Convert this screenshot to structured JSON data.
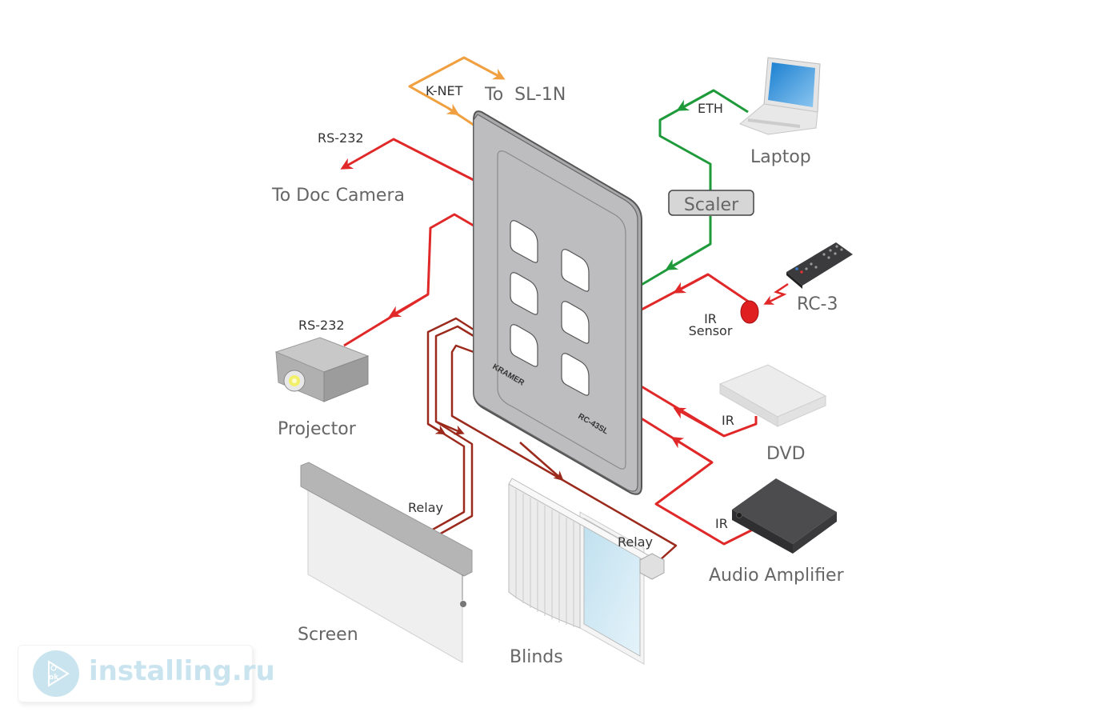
{
  "diagram": {
    "title": "Kramer RC-43SL control system connection diagram",
    "device": {
      "brand": "KRAMER",
      "model": "RC-43SL",
      "button_count": 6
    },
    "labels": {
      "knet": "K-NET",
      "to_sl1n": "To  SL-1N",
      "rs232_doc": "RS-232",
      "to_doc_camera": "To Doc Camera",
      "rs232_projector": "RS-232",
      "projector": "Projector",
      "eth": "ETH",
      "laptop": "Laptop",
      "scaler": "Scaler",
      "rc3": "RC-3",
      "ir_sensor_line1": "IR",
      "ir_sensor_line2": "Sensor",
      "ir_dvd": "IR",
      "dvd": "DVD",
      "ir_amp": "IR",
      "audio_amplifier": "Audio Amplifier",
      "relay_screen": "Relay",
      "screen": "Screen",
      "relay_blinds": "Relay",
      "blinds": "Blinds"
    },
    "connections": [
      {
        "from": "RC-43SL",
        "to": "SL-1N",
        "type": "K-NET",
        "color": "#f0a040"
      },
      {
        "from": "RC-43SL",
        "to": "Doc Camera",
        "type": "RS-232",
        "color": "#e02828"
      },
      {
        "from": "RC-43SL",
        "to": "Projector",
        "type": "RS-232",
        "color": "#e02828"
      },
      {
        "from": "Laptop",
        "to": "Scaler",
        "type": "ETH",
        "color": "#1f9a3a"
      },
      {
        "from": "Scaler",
        "to": "RC-43SL",
        "type": "ETH",
        "color": "#1f9a3a"
      },
      {
        "from": "IR Sensor",
        "to": "RC-43SL",
        "type": "IR",
        "color": "#e02828"
      },
      {
        "from": "DVD",
        "to": "RC-43SL",
        "type": "IR",
        "color": "#e02828"
      },
      {
        "from": "Audio Amplifier",
        "to": "RC-43SL",
        "type": "IR",
        "color": "#e02828"
      },
      {
        "from": "RC-43SL",
        "to": "Screen",
        "type": "Relay",
        "color": "#9b2a1c"
      },
      {
        "from": "RC-43SL",
        "to": "Blinds",
        "type": "Relay",
        "color": "#9b2a1c"
      }
    ]
  },
  "watermark": {
    "text": "installing.ru",
    "color": "#c9e4ef"
  }
}
